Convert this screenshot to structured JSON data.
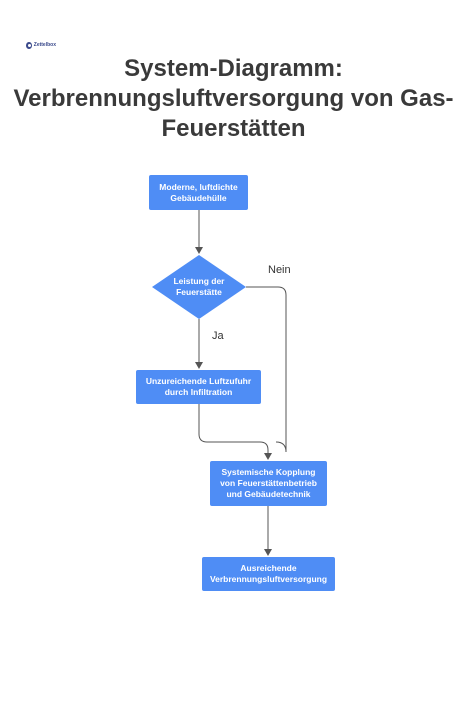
{
  "logo": {
    "text": "Zettelbox"
  },
  "title": "System-Diagramm:\nVerbrennungsluftversorgung von Gas-\nFeuerstätten",
  "colors": {
    "node": "#4f8df5",
    "edge": "#555555",
    "title": "#3a3a3a"
  },
  "nodes": {
    "gebaeudehuelle": "Moderne, luftdichte\nGebäudehülle",
    "leistung": "Leistung der\nFeuerstätte",
    "luftzufuhr": "Unzureichende Luftzufuhr\ndurch Infiltration",
    "kopplung": "Systemische Kopplung\nvon Feuerstättenbetrieb\nund Gebäudetechnik",
    "versorgung": "Ausreichende\nVerbrennungsluftversorgung"
  },
  "edges": {
    "nein": "Nein",
    "ja": "Ja"
  }
}
